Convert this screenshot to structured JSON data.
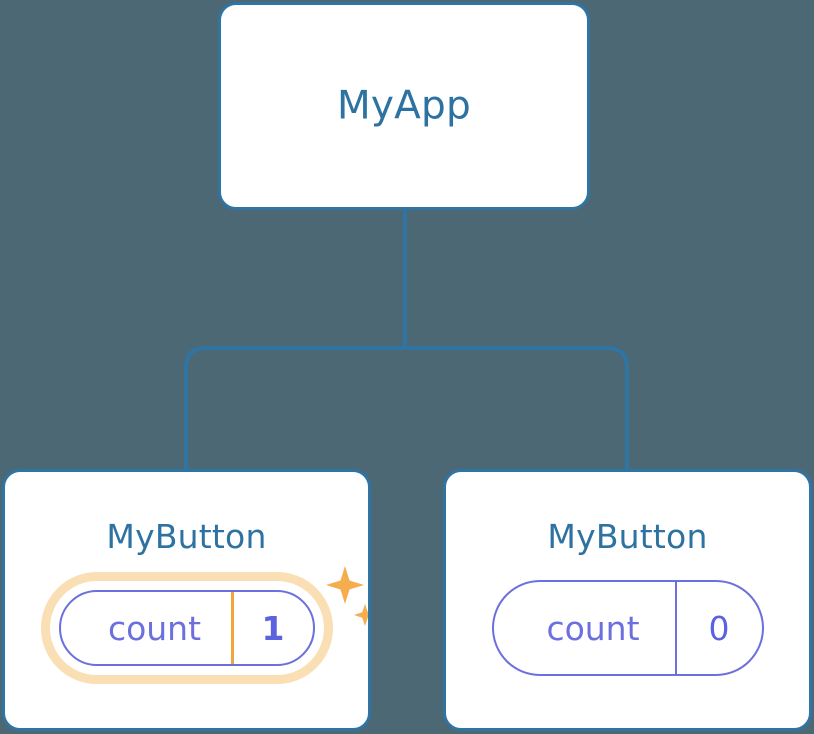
{
  "diagram": {
    "type": "component-tree",
    "background_color": "#4b6874",
    "node_border_color": "#2f74a3",
    "node_title_color": "#2d72a0",
    "state_color": "#6b70de",
    "highlight_color": "#f0a63f",
    "highlight_glow_color": "#fbdfb4",
    "connector_color": "#2f74a3"
  },
  "root": {
    "title": "MyApp"
  },
  "children": [
    {
      "title": "MyButton",
      "state": {
        "key": "count",
        "value": "1"
      },
      "highlighted": true,
      "sparkle_icons": [
        "sparkle-large-icon",
        "sparkle-small-icon"
      ]
    },
    {
      "title": "MyButton",
      "state": {
        "key": "count",
        "value": "0"
      },
      "highlighted": false,
      "sparkle_icons": []
    }
  ]
}
